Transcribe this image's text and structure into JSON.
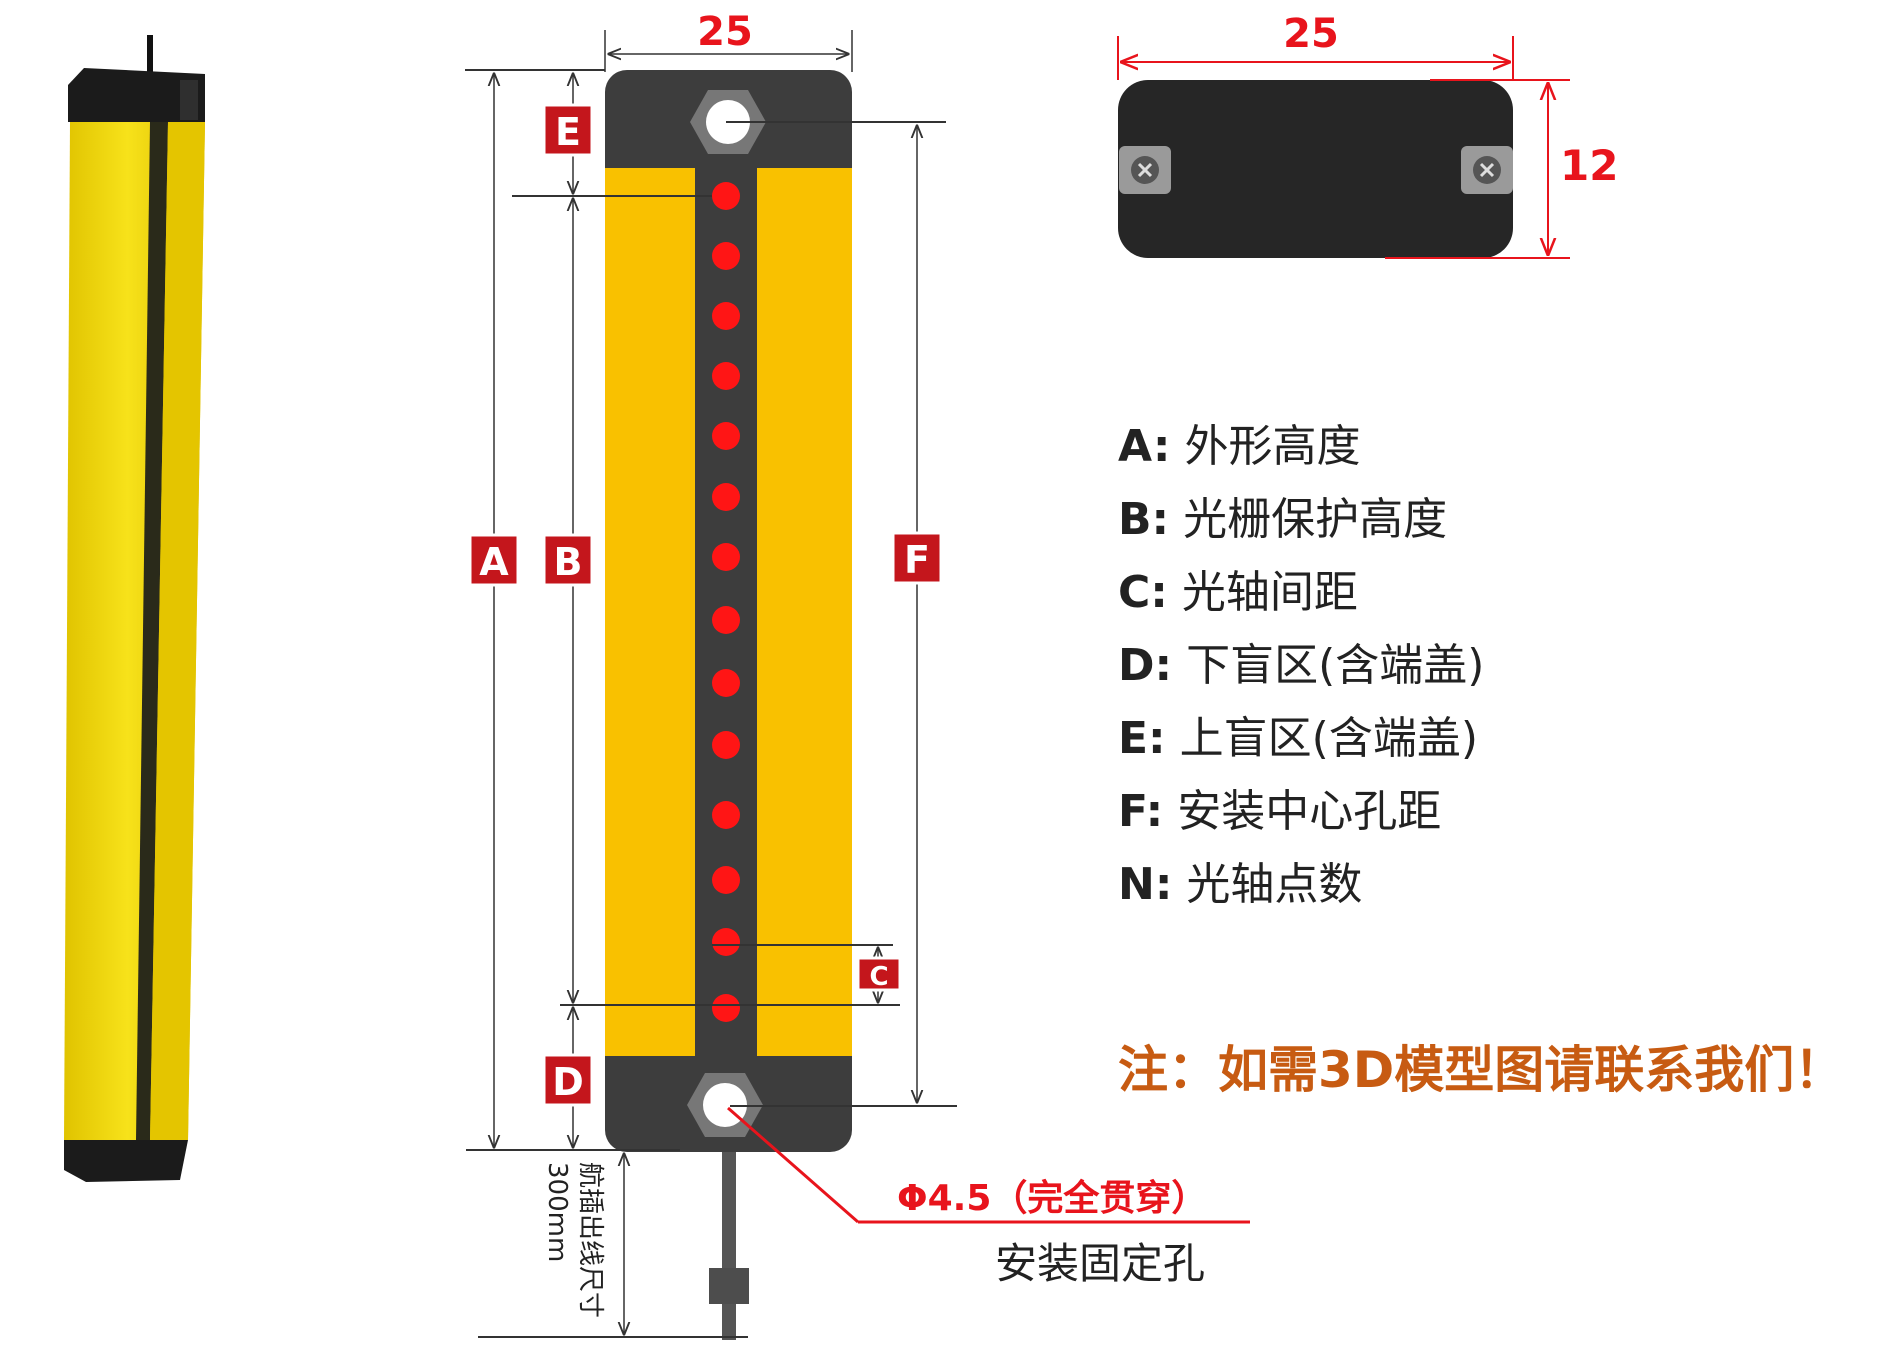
{
  "dimensions": {
    "front_width": "25",
    "end_width": "25",
    "end_height": "12",
    "hole_spec": "Φ4.5（完全贯穿）",
    "hole_label": "安装固定孔",
    "cable_label_line1": "航插出线尺寸",
    "cable_label_line2": "300mm"
  },
  "badges": {
    "A": "A",
    "B": "B",
    "C": "C",
    "D": "D",
    "E": "E",
    "F": "F"
  },
  "legend": [
    {
      "key": "A:",
      "text": "外形高度"
    },
    {
      "key": "B:",
      "text": "光栅保护高度"
    },
    {
      "key": "C:",
      "text": "光轴间距"
    },
    {
      "key": "D:",
      "text": "下盲区(含端盖)"
    },
    {
      "key": "E:",
      "text": "上盲区(含端盖)"
    },
    {
      "key": "F:",
      "text": "安装中心孔距"
    },
    {
      "key": "N:",
      "text": "光轴点数"
    }
  ],
  "note": "注：如需3D模型图请联系我们！",
  "colors": {
    "housing_yellow": "#f9c100",
    "cap_dark": "#3d3d3d",
    "led_red": "#ff1515",
    "badge_red": "#c4161c",
    "dim_red": "#e8141c",
    "note_orange": "#c75b12"
  }
}
